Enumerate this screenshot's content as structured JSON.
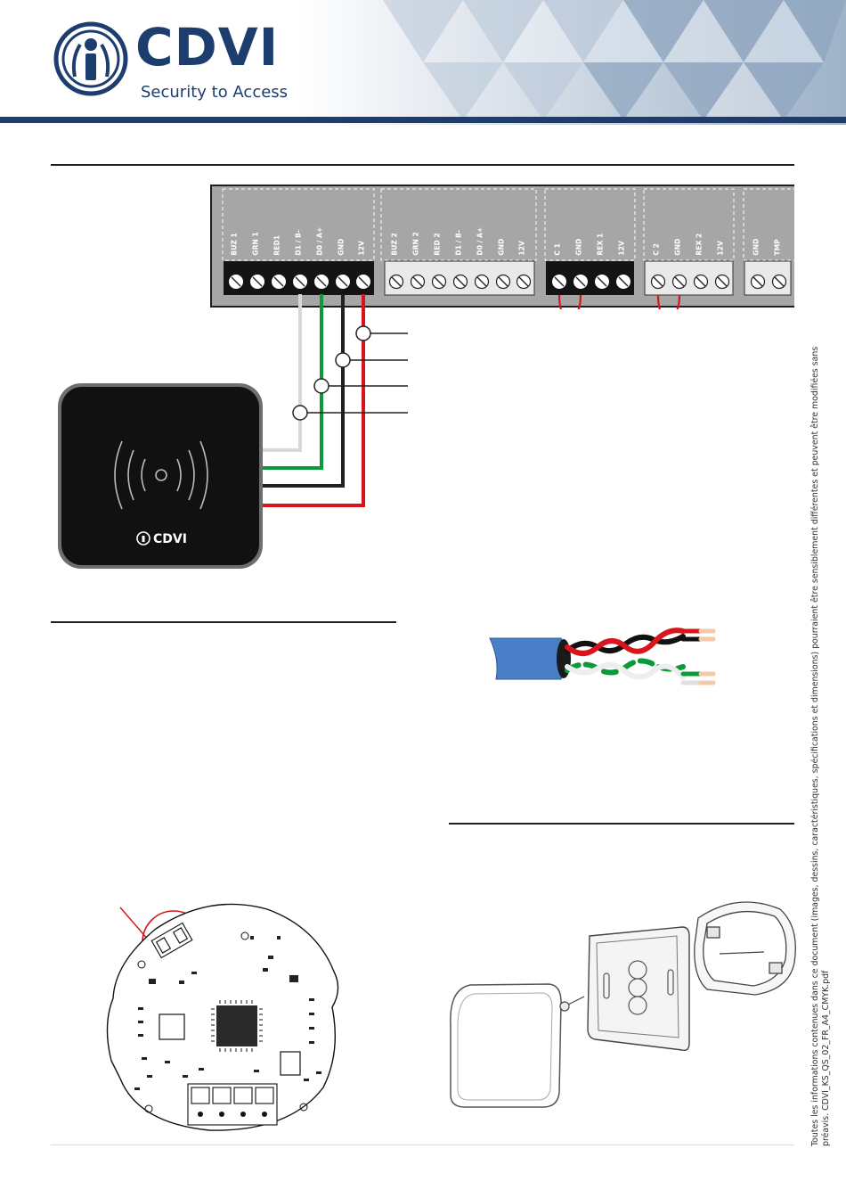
{
  "brand": {
    "name": "CDVI",
    "tagline": "Security to Access",
    "primary_color": "#1c3d6e"
  },
  "wiring": {
    "groups": [
      {
        "labels": [
          "BUZ 1",
          "GRN 1",
          "RED1",
          "D1 / B-",
          "D0 / A+",
          "GND",
          "12V"
        ],
        "style": "dark"
      },
      {
        "labels": [
          "BUZ 2",
          "GRN 2",
          "RED 2",
          "D1 / B-",
          "D0 / A+",
          "GND",
          "12V"
        ],
        "style": "light"
      },
      {
        "labels": [
          "C 1",
          "GND",
          "REX 1",
          "12V"
        ],
        "style": "dark"
      },
      {
        "labels": [
          "C 2",
          "GND",
          "REX 2",
          "12V"
        ],
        "style": "light"
      },
      {
        "labels": [
          "GND",
          "TMP"
        ],
        "style": "light"
      }
    ],
    "wire_colors": {
      "white": "#d8d8d8",
      "green": "#0a9a3c",
      "black": "#202020",
      "red": "#d8141c"
    },
    "reader_logo": "CDVI"
  },
  "side_note": {
    "line1": "Toutes les informations contenues dans ce document (images, dessins, caractéristiques, spécifications et dimensions) pourraient être sensiblement différentes et peuvent être modifiées sans",
    "line2": "préavis. CDVI_KS_QS_02_FR_A4_CMYK.pdf"
  }
}
